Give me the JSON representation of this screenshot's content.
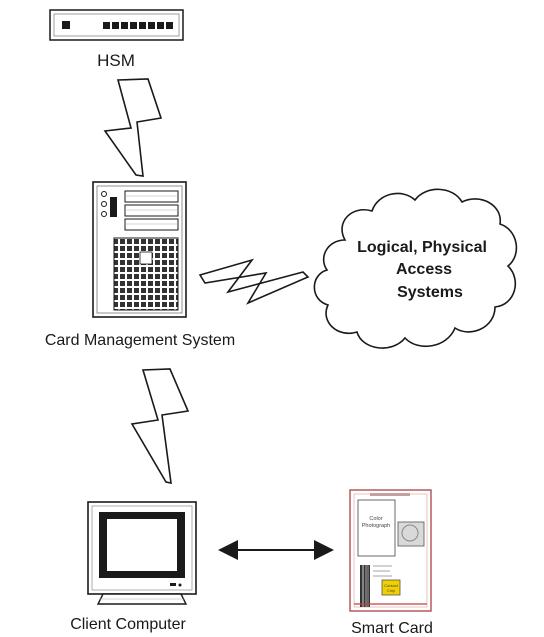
{
  "nodes": {
    "hsm": {
      "label": "HSM"
    },
    "cms": {
      "label": "Card Management System"
    },
    "access": {
      "lines": [
        "Logical, Physical",
        "Access",
        "Systems"
      ]
    },
    "client": {
      "label": "Client Computer"
    },
    "smart_card": {
      "label": "Smart Card",
      "photo_text": [
        "Color",
        "Photograph"
      ],
      "chip_text": [
        "Contact",
        "Chip"
      ]
    }
  },
  "colors": {
    "stroke": "#1a1a1a",
    "vent": "#333333",
    "card_border": "#b05050",
    "chip": "#f0d000"
  },
  "connections": [
    {
      "from": "hsm",
      "to": "cms",
      "style": "lightning"
    },
    {
      "from": "cms",
      "to": "access",
      "style": "lightning"
    },
    {
      "from": "cms",
      "to": "client",
      "style": "lightning"
    },
    {
      "from": "client",
      "to": "smart_card",
      "style": "double-arrow"
    }
  ]
}
